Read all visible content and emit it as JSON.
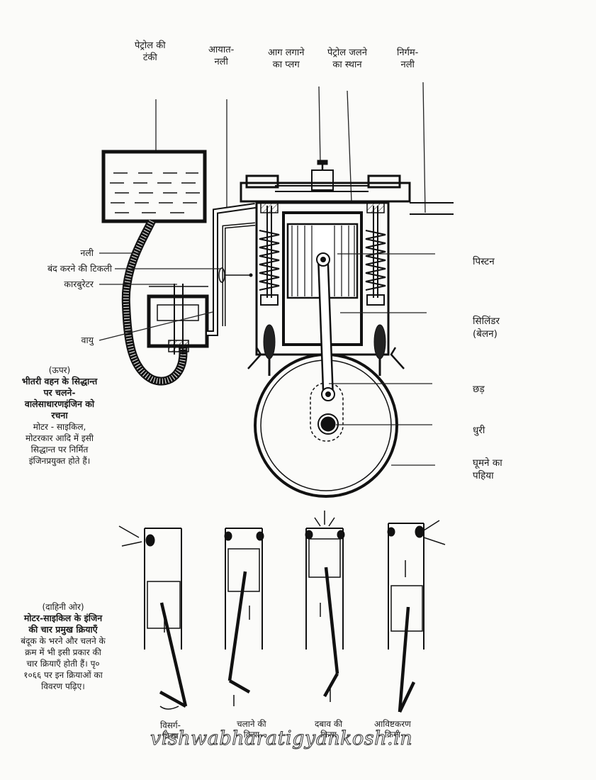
{
  "top_labels": [
    {
      "line1": "पेट्रोल की",
      "line2": "टंकी"
    },
    {
      "line1": "आयात-",
      "line2": "नली"
    },
    {
      "line1": "आग लगाने",
      "line2": "का प्लग"
    },
    {
      "line1": "पेट्रोल जलने",
      "line2": "का स्थान"
    },
    {
      "line1": "निर्गम-",
      "line2": "नली"
    }
  ],
  "left_labels": [
    "नली",
    "बंद करने की टिकली",
    "कारबुरेटर",
    "वायु"
  ],
  "right_labels": {
    "piston": "पिस्टन",
    "cylinder_1": "सिलिंडर",
    "cylinder_2": "(बेलन)",
    "rod": "छड़",
    "axle": "धुरी",
    "wheel_1": "घूमने का",
    "wheel_2": "पहिया"
  },
  "caption_top": {
    "position": "(ऊपर)",
    "title": "भीतरी वहन के सिद्धान्त पर चलने-वालेसाधारणइंजिन को रचना",
    "body": "मोटर - साइकिल, मोटरकार आदि में इसी सिद्धान्त पर निर्मित इंजिनप्रयुक्त होते हैं।"
  },
  "caption_bottom": {
    "position": "(दाहिनी ओर)",
    "title": "मोटर-साइकिल के इंजिन की चार प्रमुख क्रियाएँ",
    "body": "बंदूक के भरने और चलने के क्रम में भी इसी प्रकार की चार क्रियाएँ होती हैं। पृ० १०६६ पर इन क्रियाओं का विवरण पढ़िए।"
  },
  "stroke_labels": [
    {
      "line1": "विसर्ग-",
      "line2": "क्रिया"
    },
    {
      "line1": "चलाने की",
      "line2": "क्रिया"
    },
    {
      "line1": "दबाव की",
      "line2": "क्रिया"
    },
    {
      "line1": "आविष्टकरण",
      "line2": "क्रिया"
    }
  ],
  "watermark": "vishwabharatigyankosh.in"
}
